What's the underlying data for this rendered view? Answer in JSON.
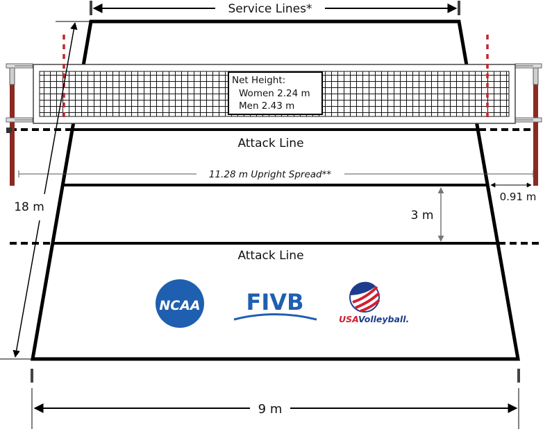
{
  "service_lines_label": "Service Lines*",
  "net_height": {
    "title": "Net Height:",
    "women": "Women 2.24 m",
    "men": "Men 2.43 m"
  },
  "attack_line_upper_label": "Attack Line",
  "attack_line_lower_label": "Attack Line",
  "upright_spread_label": "11.28 m Upright Spread**",
  "post_offset_label": "0.91 m",
  "court_length_label": "18 m",
  "attack_zone_label": "3 m",
  "court_width_label": "9 m",
  "logos": {
    "ncaa": "NCAA",
    "fivb": "FIVB",
    "usav_usa": "USA",
    "usav_volleyball": "Volleyball."
  },
  "colors": {
    "line": "#000000",
    "antenna_red": "#c0262d",
    "post_red": "#8b2a22",
    "ncaa_blue": "#1f5fb0",
    "fivb_blue": "#1f5fb0",
    "usav_red": "#d02030",
    "usav_blue": "#1e3c8c"
  }
}
